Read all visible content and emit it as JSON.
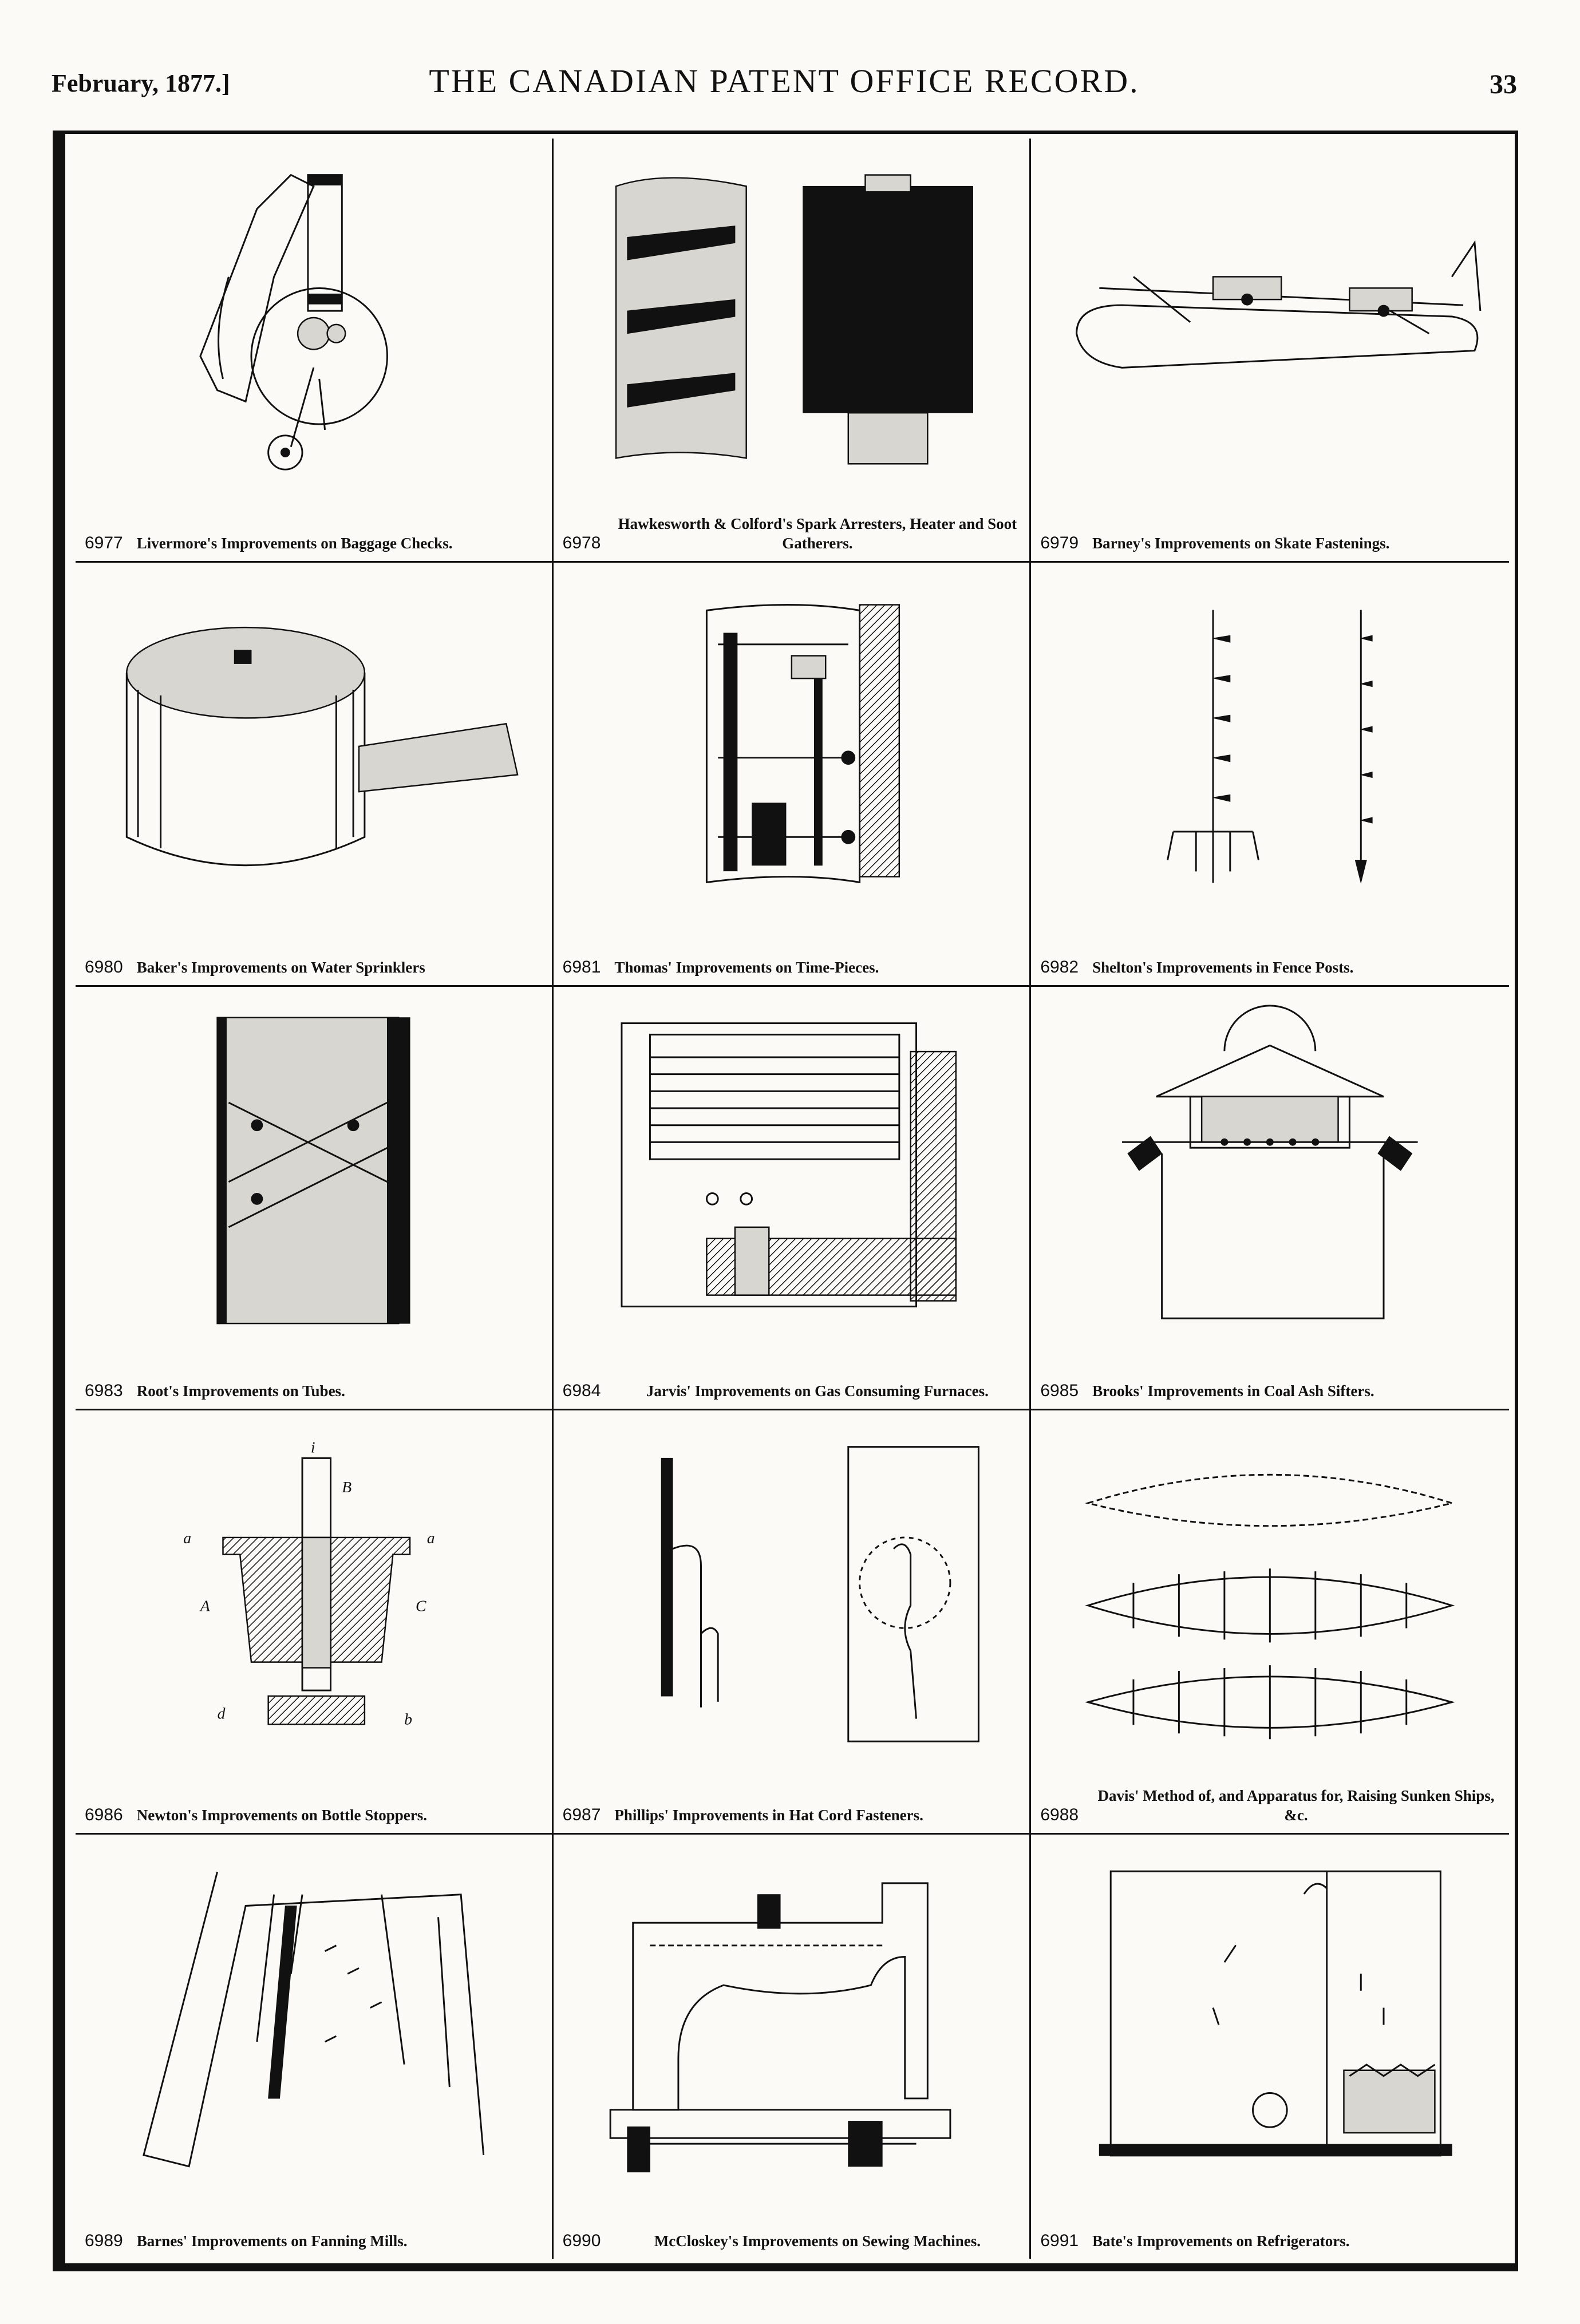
{
  "header": {
    "date": "February, 1877.]",
    "title": "THE CANADIAN PATENT OFFICE RECORD.",
    "page_number": "33"
  },
  "patents": [
    {
      "number": "6977",
      "caption": "Livermore's Improvements on Baggage Checks.",
      "figure": "baggage-check"
    },
    {
      "number": "6978",
      "caption": "Hawkesworth & Colford's Spark Arresters, Heater and Soot Gatherers.",
      "figure": "spark-arrester"
    },
    {
      "number": "6979",
      "caption": "Barney's Improvements on Skate Fastenings.",
      "figure": "skate"
    },
    {
      "number": "6980",
      "caption": "Baker's Improvements on Water Sprinklers",
      "figure": "sprinkler"
    },
    {
      "number": "6981",
      "caption": "Thomas' Improvements on Time-Pieces.",
      "figure": "time-piece"
    },
    {
      "number": "6982",
      "caption": "Shelton's Improvements in Fence Posts.",
      "figure": "fence-post"
    },
    {
      "number": "6983",
      "caption": "Root's Improvements on Tubes.",
      "figure": "tube"
    },
    {
      "number": "6984",
      "caption": "Jarvis' Improvements on Gas Consuming Furnaces.",
      "figure": "furnace"
    },
    {
      "number": "6985",
      "caption": "Brooks' Improvements in Coal Ash Sifters.",
      "figure": "ash-sifter"
    },
    {
      "number": "6986",
      "caption": "Newton's Improvements on Bottle Stoppers.",
      "figure": "bottle-stopper"
    },
    {
      "number": "6987",
      "caption": "Phillips' Improvements in Hat Cord Fasteners.",
      "figure": "hat-cord"
    },
    {
      "number": "6988",
      "caption": "Davis' Method of, and Apparatus for, Raising Sunken Ships, &c.",
      "figure": "ship-raising"
    },
    {
      "number": "6989",
      "caption": "Barnes' Improvements on Fanning Mills.",
      "figure": "fanning-mill"
    },
    {
      "number": "6990",
      "caption": "McCloskey's Improvements on Sewing Machines.",
      "figure": "sewing-machine"
    },
    {
      "number": "6991",
      "caption": "Bate's Improvements on Refrigerators.",
      "figure": "refrigerator"
    }
  ]
}
